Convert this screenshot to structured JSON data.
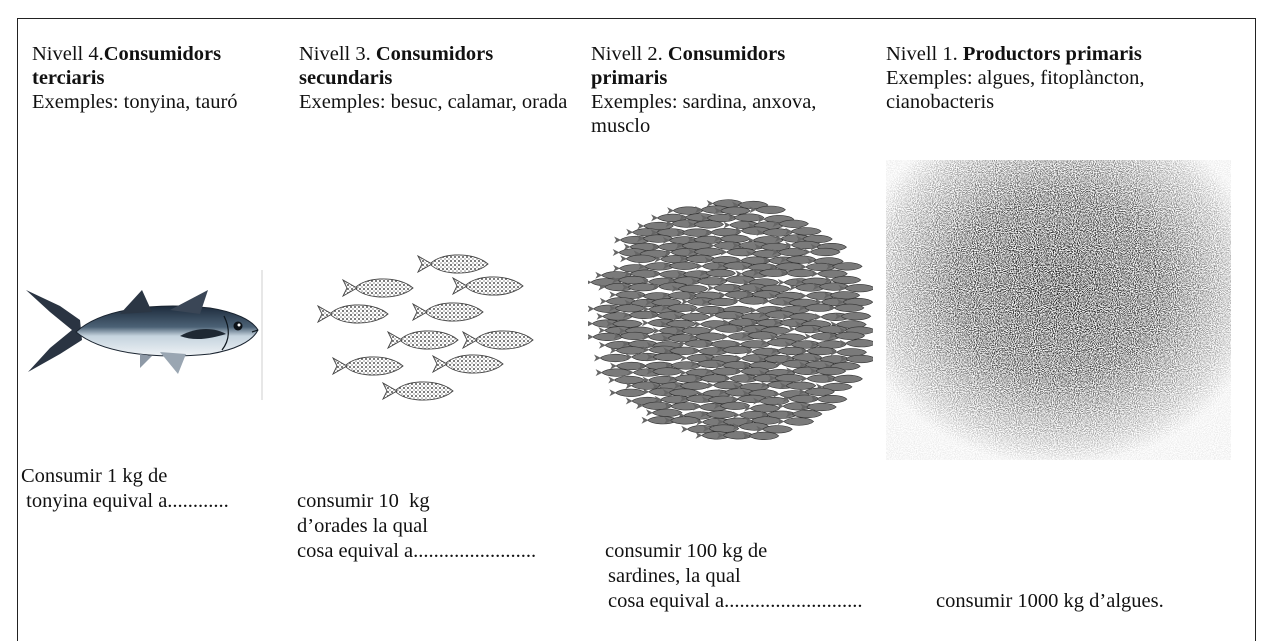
{
  "levels": [
    {
      "prefix": "Nivell 4.",
      "title": "Consumidors terciaris",
      "examples": "Exemples: tonyina, tauró",
      "image": "tuna-illustration"
    },
    {
      "prefix": "Nivell 3. ",
      "title": "Consumidors secundaris",
      "examples": "Exemples: besuc, calamar, orada",
      "image": "fish-school-small"
    },
    {
      "prefix": "Nivell 2. ",
      "title": "Consumidors primaris",
      "examples": "Exemples: sardina, anxova, musclo",
      "image": "fish-school-large"
    },
    {
      "prefix": "Nivell 1. ",
      "title": "Productors primaris",
      "examples": "Exemples: algues, fitoplàncton, cianobacteris",
      "image": "phytoplankton-cloud"
    }
  ],
  "equivalence": {
    "l4_line1": "Consumir 1 kg de",
    "l4_line2": " tonyina equival a............",
    "l3_line1": "consumir 10  kg",
    "l3_line2": "d’orades la qual",
    "l3_line3": "cosa equival a........................",
    "l2_line1": "consumir 100 kg de",
    "l2_line2": "sardines, la qual",
    "l2_line3": "cosa equival a...........................",
    "l1_line1": "consumir 1000 kg d’algues."
  }
}
